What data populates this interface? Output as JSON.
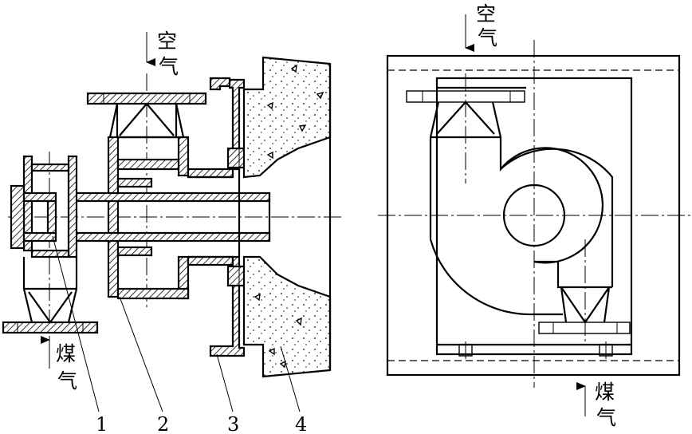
{
  "labels": {
    "air": "空气",
    "gas": "煤气"
  },
  "parts": [
    {
      "num": "1"
    },
    {
      "num": "2"
    },
    {
      "num": "3"
    },
    {
      "num": "4"
    }
  ]
}
